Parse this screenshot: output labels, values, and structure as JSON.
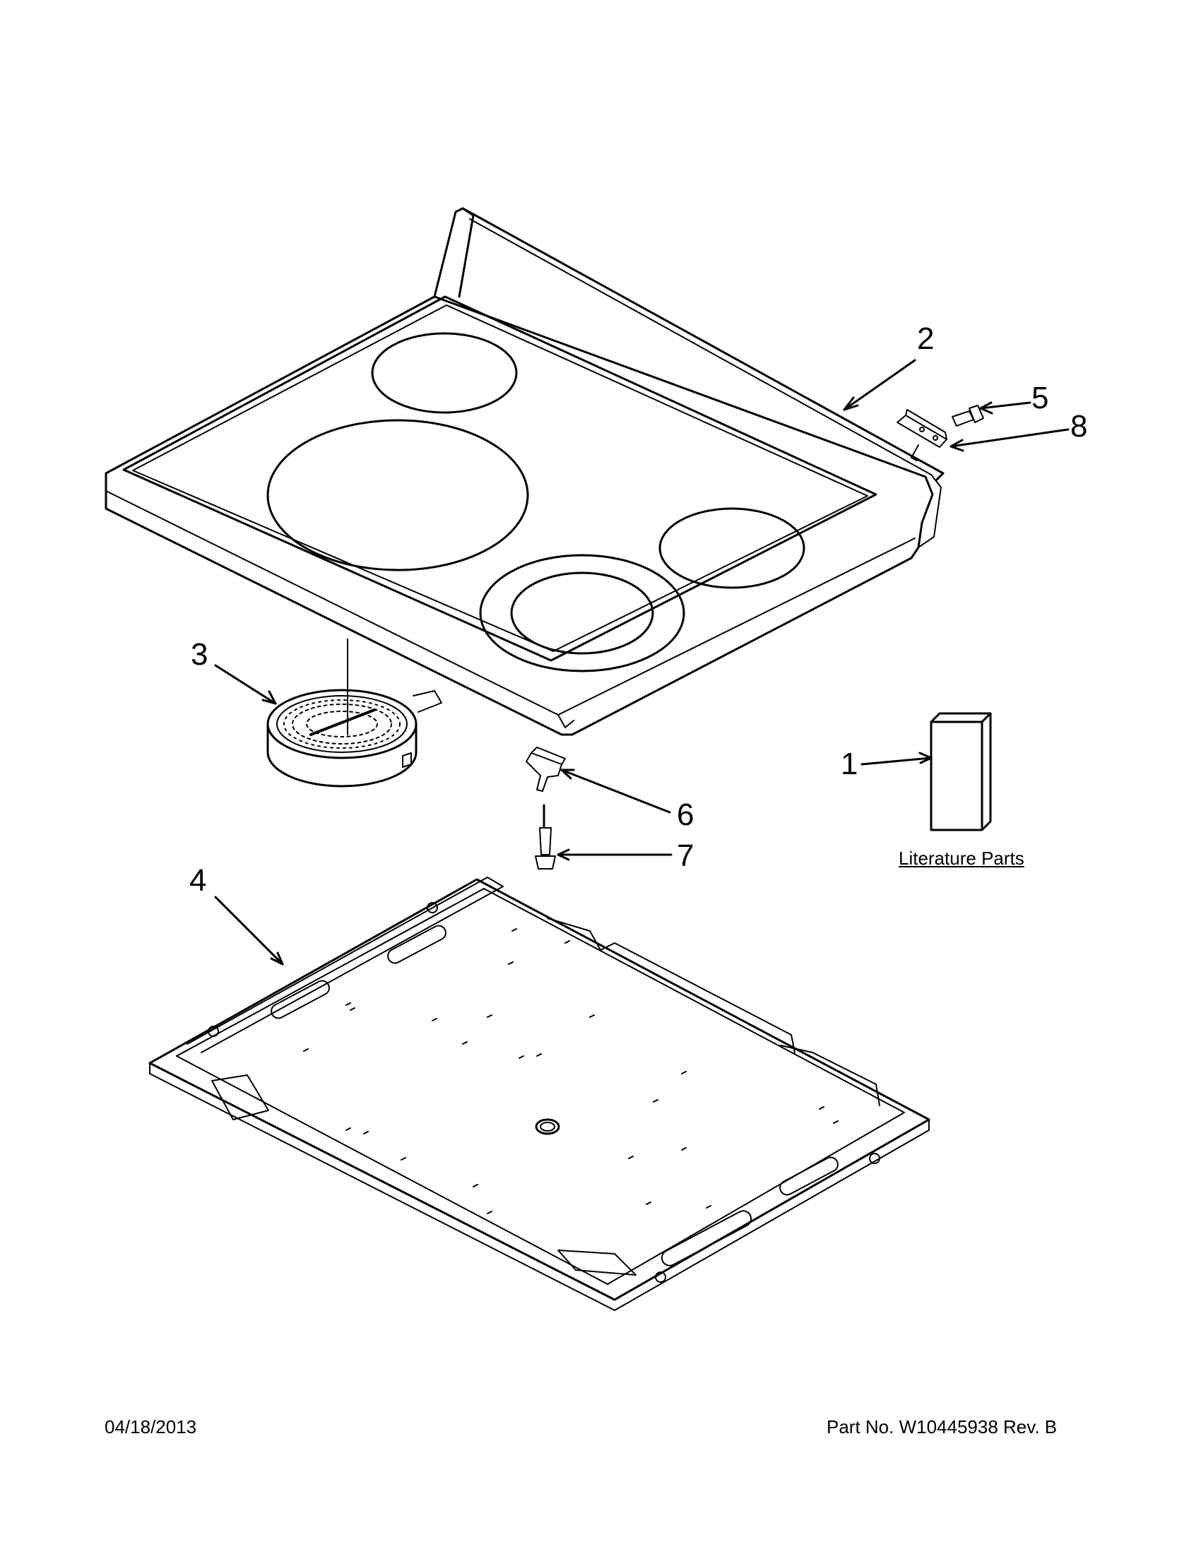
{
  "callouts": {
    "c1": "1",
    "c2": "2",
    "c3": "3",
    "c4": "4",
    "c5": "5",
    "c6": "6",
    "c7": "7",
    "c8": "8"
  },
  "literature_label": "Literature Parts",
  "footer": {
    "date": "04/18/2013",
    "part_number": "Part No.  W10445938  Rev.  B"
  }
}
